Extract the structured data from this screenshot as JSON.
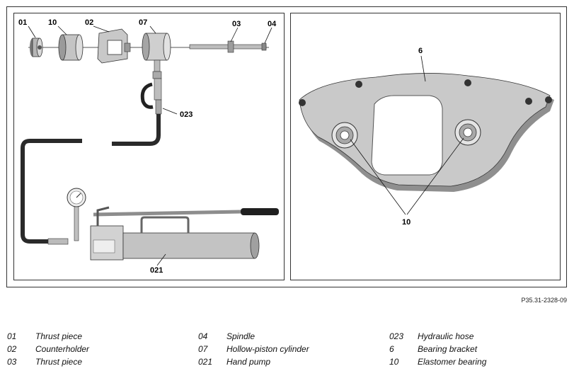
{
  "callouts_left": {
    "c01": "01",
    "c10": "10",
    "c02": "02",
    "c07": "07",
    "c03": "03",
    "c04": "04",
    "c023": "023",
    "c021": "021"
  },
  "callouts_right": {
    "c6": "6",
    "c10": "10"
  },
  "reference": "P35.31-2328-09",
  "legend": {
    "col1": [
      {
        "code": "01",
        "text": "Thrust piece"
      },
      {
        "code": "02",
        "text": "Counterholder"
      },
      {
        "code": "03",
        "text": "Thrust piece"
      }
    ],
    "col2": [
      {
        "code": "04",
        "text": "Spindle"
      },
      {
        "code": "07",
        "text": "Hollow-piston cylinder"
      },
      {
        "code": "021",
        "text": "Hand pump"
      }
    ],
    "col3": [
      {
        "code": "023",
        "text": "Hydraulic hose"
      },
      {
        "code": "6",
        "text": "Bearing bracket"
      },
      {
        "code": "10",
        "text": "Elastomer bearing"
      }
    ]
  },
  "colors": {
    "metal": "#c9c9c9",
    "metal_dark": "#8a8a8a",
    "hose": "#2a2a2a",
    "outline": "#333333"
  }
}
